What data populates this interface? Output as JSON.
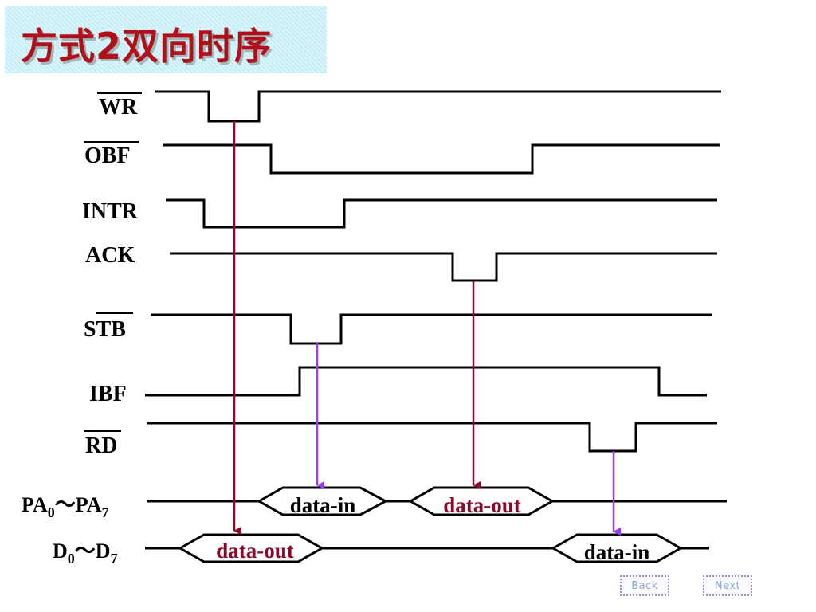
{
  "title": "方式2双向时序",
  "signals": [
    {
      "id": "wr",
      "label": "WR",
      "overline": true
    },
    {
      "id": "obf",
      "label": "OBF",
      "overline": true
    },
    {
      "id": "intr",
      "label": "INTR",
      "overline": false
    },
    {
      "id": "ack",
      "label": "ACK",
      "overline": false
    },
    {
      "id": "stb",
      "label": "STB",
      "overline": true
    },
    {
      "id": "ibf",
      "label": "IBF",
      "overline": false
    },
    {
      "id": "rd",
      "label": "RD",
      "overline": true
    }
  ],
  "buses": {
    "pa": {
      "prefix": "PA",
      "sub_start": "0",
      "tilde": "～",
      "sub_end": "7",
      "end_prefix": "PA"
    },
    "d": {
      "prefix": "D",
      "sub_start": "0",
      "tilde": "～",
      "sub_end": "7",
      "end_prefix": "D"
    }
  },
  "data_windows": {
    "pa_in": "data-in",
    "pa_out": "data-out",
    "d_out": "data-out",
    "d_in": "data-in"
  },
  "nav": {
    "back": "Back",
    "next": "Next"
  },
  "colors": {
    "title": "#b0101a",
    "arrow_dark": "#8b0a2a",
    "arrow_purple": "#9b3cf0",
    "data_out_text": "#8b0a2a",
    "data_in_text": "#000000"
  }
}
